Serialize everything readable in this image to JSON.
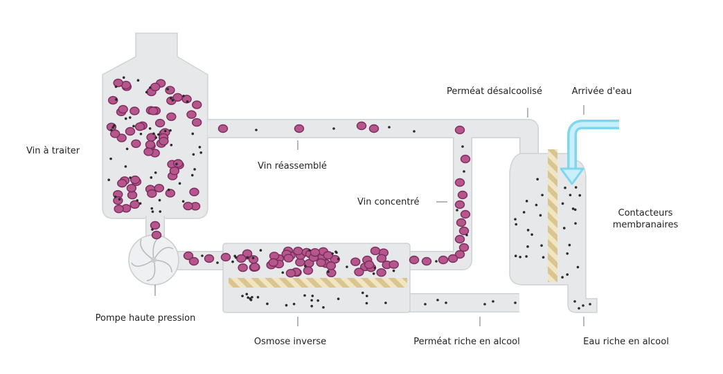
{
  "labels": {
    "vin_a_traiter": "Vin à traiter",
    "vin_reassemble": "Vin réassemblé",
    "vin_concentre": "Vin concentré",
    "permeat_desalcoolise": "Perméat désalcoolisé",
    "arrivee_eau": "Arrivée d'eau",
    "contacteurs_line1": "Contacteurs",
    "contacteurs_line2": "membranaires",
    "pompe": "Pompe haute pression",
    "osmose": "Osmose inverse",
    "permeat_riche": "Perméat riche en alcool",
    "eau_riche": "Eau riche en alcool"
  },
  "colors": {
    "pipe": "#e6e8e9",
    "pipe_stroke": "#cfd3d5",
    "molecule_fill": "#b5568c",
    "molecule_stroke": "#7a2d5c",
    "dot": "#2a2a2a",
    "membrane_a": "#d9c58f",
    "membrane_b": "#f1e6c4",
    "water": "#7fd6ef",
    "water_light": "#c9f0fa",
    "leader": "#888888",
    "text": "#222222"
  },
  "icons": {
    "pump": "pump-impeller-icon",
    "water_arrow": "water-inlet-arrow-icon",
    "membrane": "membrane-hatch-icon"
  }
}
